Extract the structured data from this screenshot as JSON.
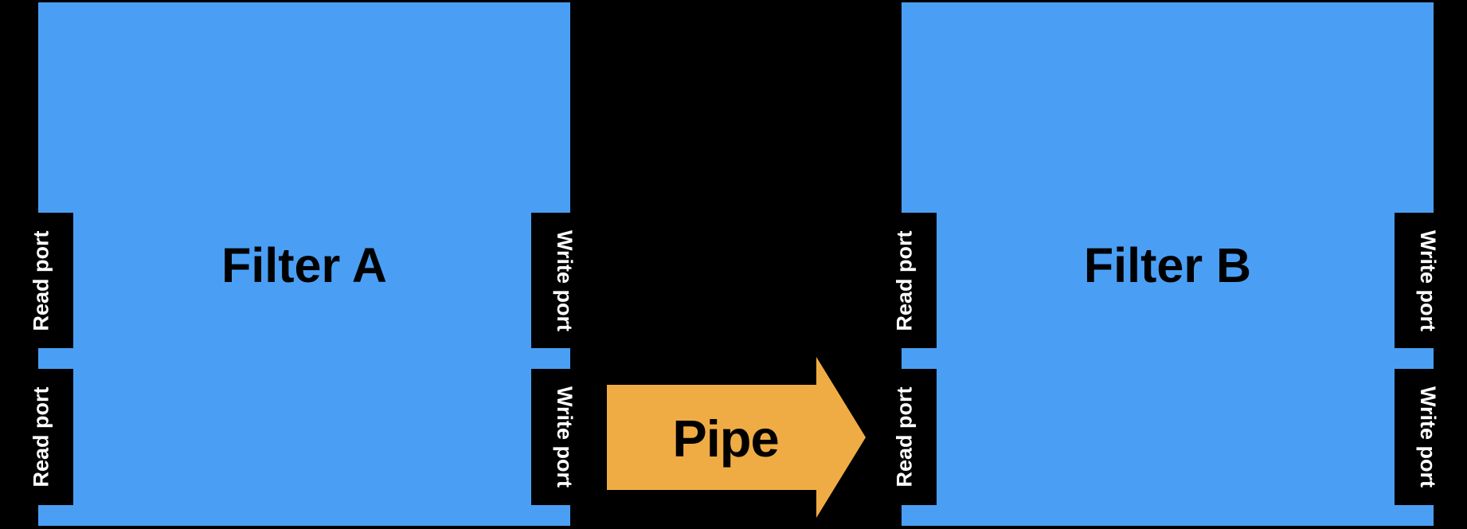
{
  "diagram": {
    "background": "#000000",
    "filter_fill": "#4A9FF5",
    "pipe_fill": "#F0AC44",
    "title_color": "#000000",
    "port_label_color": "#FFFFFF"
  },
  "filters": [
    {
      "title": "Filter A",
      "read_ports": [
        "Read port",
        "Read port"
      ],
      "write_ports": [
        "Write port",
        "Write port"
      ]
    },
    {
      "title": "Filter B",
      "read_ports": [
        "Read port",
        "Read port"
      ],
      "write_ports": [
        "Write port",
        "Write port"
      ]
    }
  ],
  "pipe": {
    "label": "Pipe",
    "direction": "right"
  }
}
